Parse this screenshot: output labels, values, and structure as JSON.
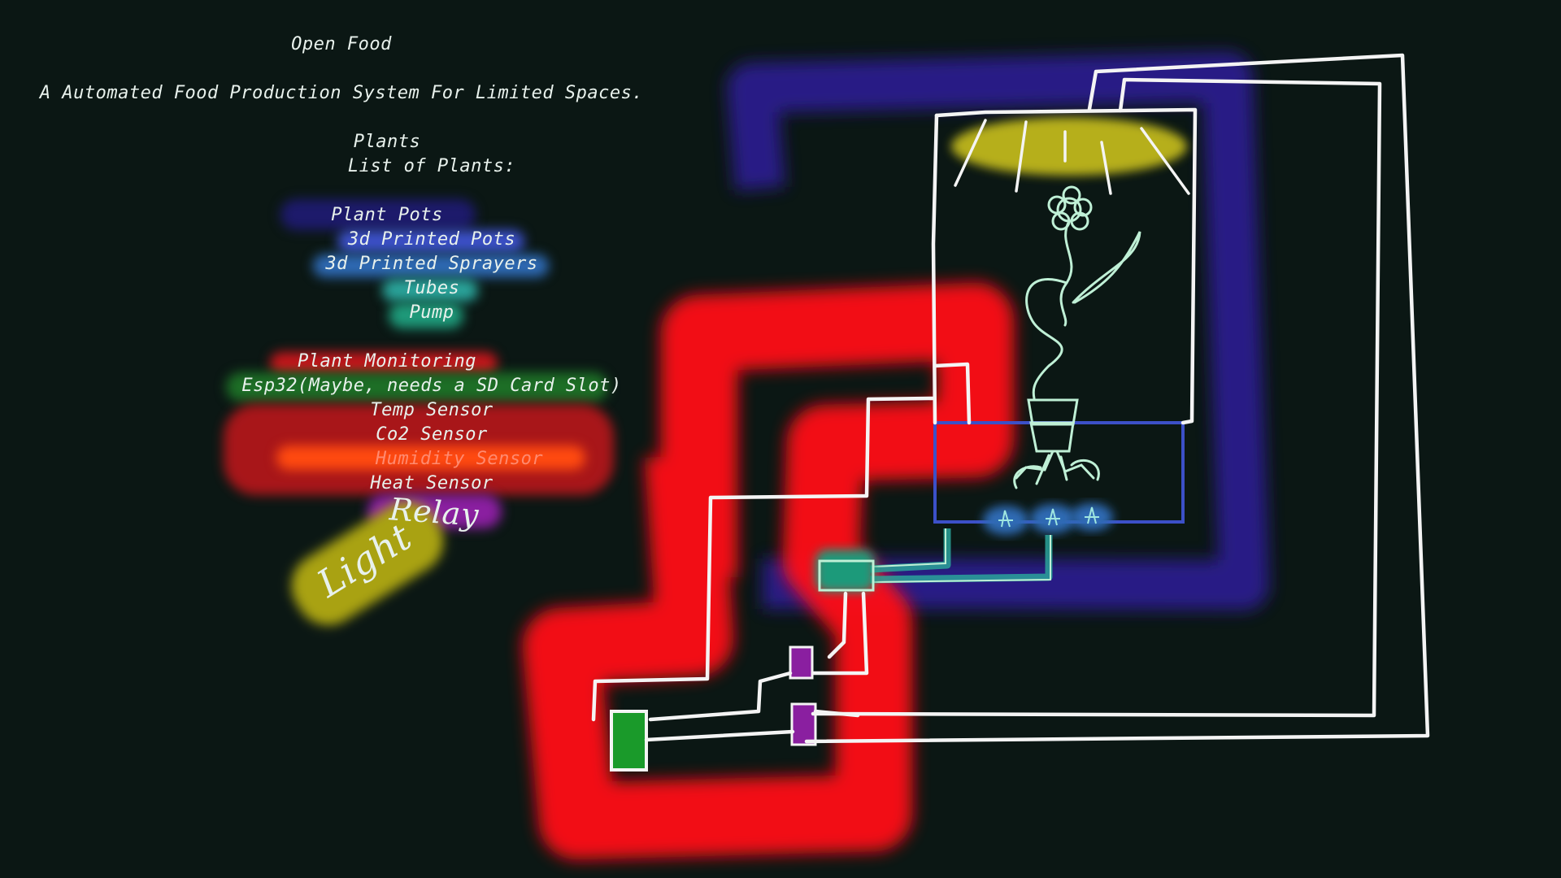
{
  "title": "Open Food",
  "subtitle": "A Automated Food Production System For Limited Spaces.",
  "sections": {
    "plants": {
      "heading": "Plants",
      "list_label": "List of Plants:"
    },
    "plant_pots": {
      "heading": "Plant Pots",
      "items": [
        "3d Printed Pots",
        "3d Printed Sprayers",
        "Tubes",
        "Pump"
      ]
    },
    "plant_monitoring": {
      "heading": "Plant Monitoring",
      "items": [
        "Esp32(Maybe, needs a SD Card Slot)",
        "Temp Sensor",
        "Co2 Sensor",
        "Humidity Sensor",
        "Heat Sensor"
      ],
      "handwritten": [
        "Relay",
        "Light"
      ]
    }
  },
  "colors": {
    "background": "#0b1714",
    "text": "#e8f1ec",
    "wire": "#f4f4f4",
    "plant_sketch": "#bff0d6",
    "frame_blue": "#2a1a8c",
    "red_loop": "#ff0a14",
    "light_yellow": "#c9c01a",
    "pot_blue": "#3c50c8",
    "sprayer_blue": "#2e6ab4",
    "tubes_teal": "#2aa39a",
    "pump_green": "#1e9a7a",
    "monitor_red": "#c4161b",
    "esp_green": "#1d6e26",
    "sensor_orange": "#ff4a10",
    "relay_purple": "#8a1fa0",
    "module_green": "#1a9a2a"
  }
}
